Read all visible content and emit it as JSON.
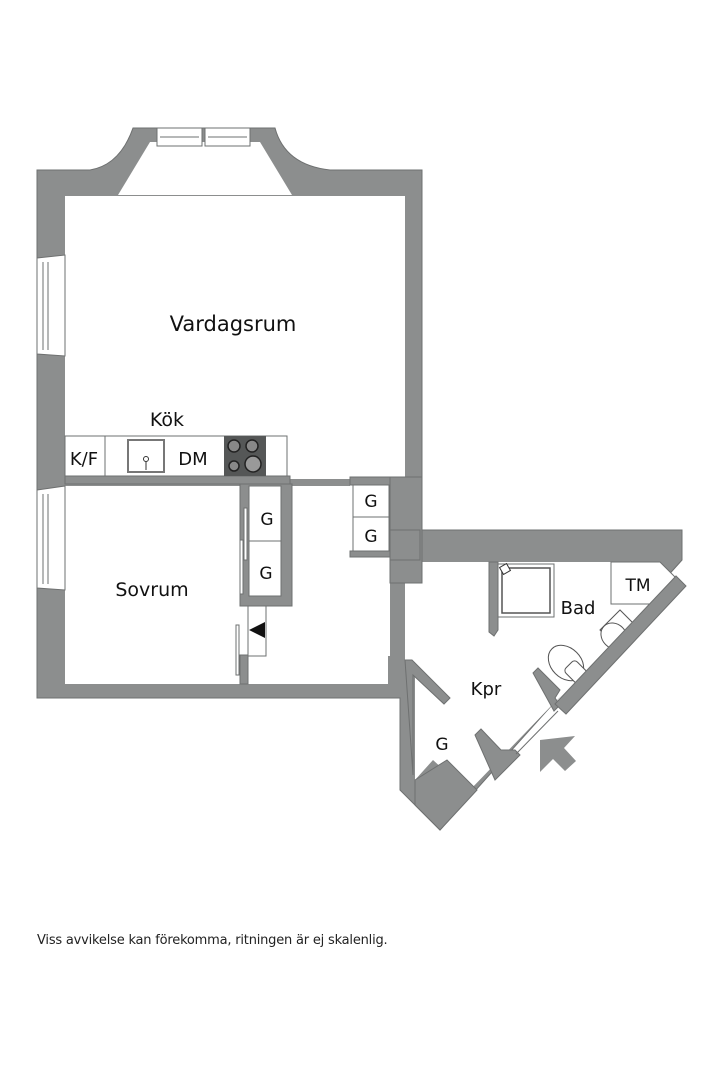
{
  "plan": {
    "rooms": [
      {
        "id": "vardagsrum",
        "label": "Vardagsrum"
      },
      {
        "id": "kok",
        "label": "Kök"
      },
      {
        "id": "sovrum",
        "label": "Sovrum"
      },
      {
        "id": "bad",
        "label": "Bad"
      },
      {
        "id": "kpr",
        "label": "Kpr"
      }
    ],
    "fixtures": {
      "fridge_freezer": "K/F",
      "dishwasher": "DM",
      "washing_machine": "TM",
      "wardrobe": "G"
    },
    "wardrobes": [
      "G",
      "G",
      "G",
      "G",
      "G"
    ],
    "entrance_arrow": "entrance-arrow",
    "colors": {
      "wall": "#8c8e8e",
      "wall_stroke": "#6e7070",
      "floor": "#ffffff",
      "stove": "#555757"
    }
  },
  "footer": {
    "disclaimer": "Viss avvikelse kan förekomma, ritningen är ej skalenlig."
  }
}
